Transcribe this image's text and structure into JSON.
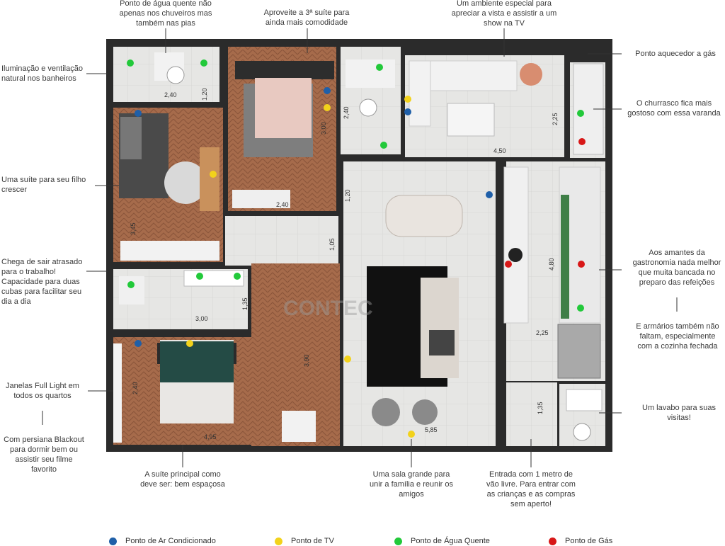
{
  "callouts": {
    "hot_water_showers": "Ponto de água quente não apenas nos chuveiros mas também nas pias",
    "third_suite": "Aproveite a 3ª suíte para ainda mais comodidade",
    "special_environment": "Um ambiente especial para apreciar a vista e assistir a um show na TV",
    "gas_heater": "Ponto aquecedor a gás",
    "bathroom_lighting": "Iluminação e ventilação natural nos banheiros",
    "barbecue": "O churrasco fica mais gostoso com essa varanda",
    "child_suite": "Uma suíte para seu filho crescer",
    "late_for_work": "Chega de sair atrasado para o trabalho! Capacidade para duas cubas para facilitar seu dia a dia",
    "gastronomy": "Aos amantes da gastronomia nada melhor que muita bancada no preparo das refeições",
    "cabinets": "E armários também não faltam, especialmente com a cozinha fechada",
    "full_light": "Janelas Full Light em todos os quartos",
    "blackout": "Com persiana Blackout para dormir bem ou assistir seu filme favorito",
    "master_suite": "A suíte principal como deve ser: bem espaçosa",
    "big_room": "Uma sala grande para unir a família e reunir os amigos",
    "entrance": "Entrada com 1 metro de vão livre. Para entrar com as crianças e as compras sem aperto!",
    "powder_room": "Um lavabo para suas visitas!"
  },
  "dimensions": {
    "d_2_40_top": "2,40",
    "d_1_20_top": "1,20",
    "d_2_40_bath": "2,40",
    "d_3_00_suite3": "3,00",
    "d_2_40_suite3": "2,40",
    "d_1_20_mid": "1,20",
    "d_2_25_balcony": "2,25",
    "d_4_50": "4,50",
    "d_3_45": "3,45",
    "d_1_05": "1,05",
    "d_1_35_bath": "1,35",
    "d_3_00_bath": "3,00",
    "d_4_80": "4,80",
    "d_2_25_kitchen": "2,25",
    "d_2_40_master": "2,40",
    "d_3_90": "3,90",
    "d_4_95": "4,95",
    "d_5_85": "5,85",
    "d_1_35_lavabo": "1,35"
  },
  "legend": [
    {
      "label": "Ponto de Ar Condicionado",
      "color": "#1f5fa8"
    },
    {
      "label": "Ponto de TV",
      "color": "#f2d21b"
    },
    {
      "label": "Ponto de Água Quente",
      "color": "#22c93a"
    },
    {
      "label": "Ponto de Gás",
      "color": "#d81818"
    }
  ],
  "colors": {
    "wall": "#2b2b2b",
    "wood_floor": "#a0684a",
    "tile_floor": "#e4e4e2",
    "ac": "#1f5fa8",
    "tv": "#f2d21b",
    "hot_water": "#22c93a",
    "gas": "#d81818"
  }
}
